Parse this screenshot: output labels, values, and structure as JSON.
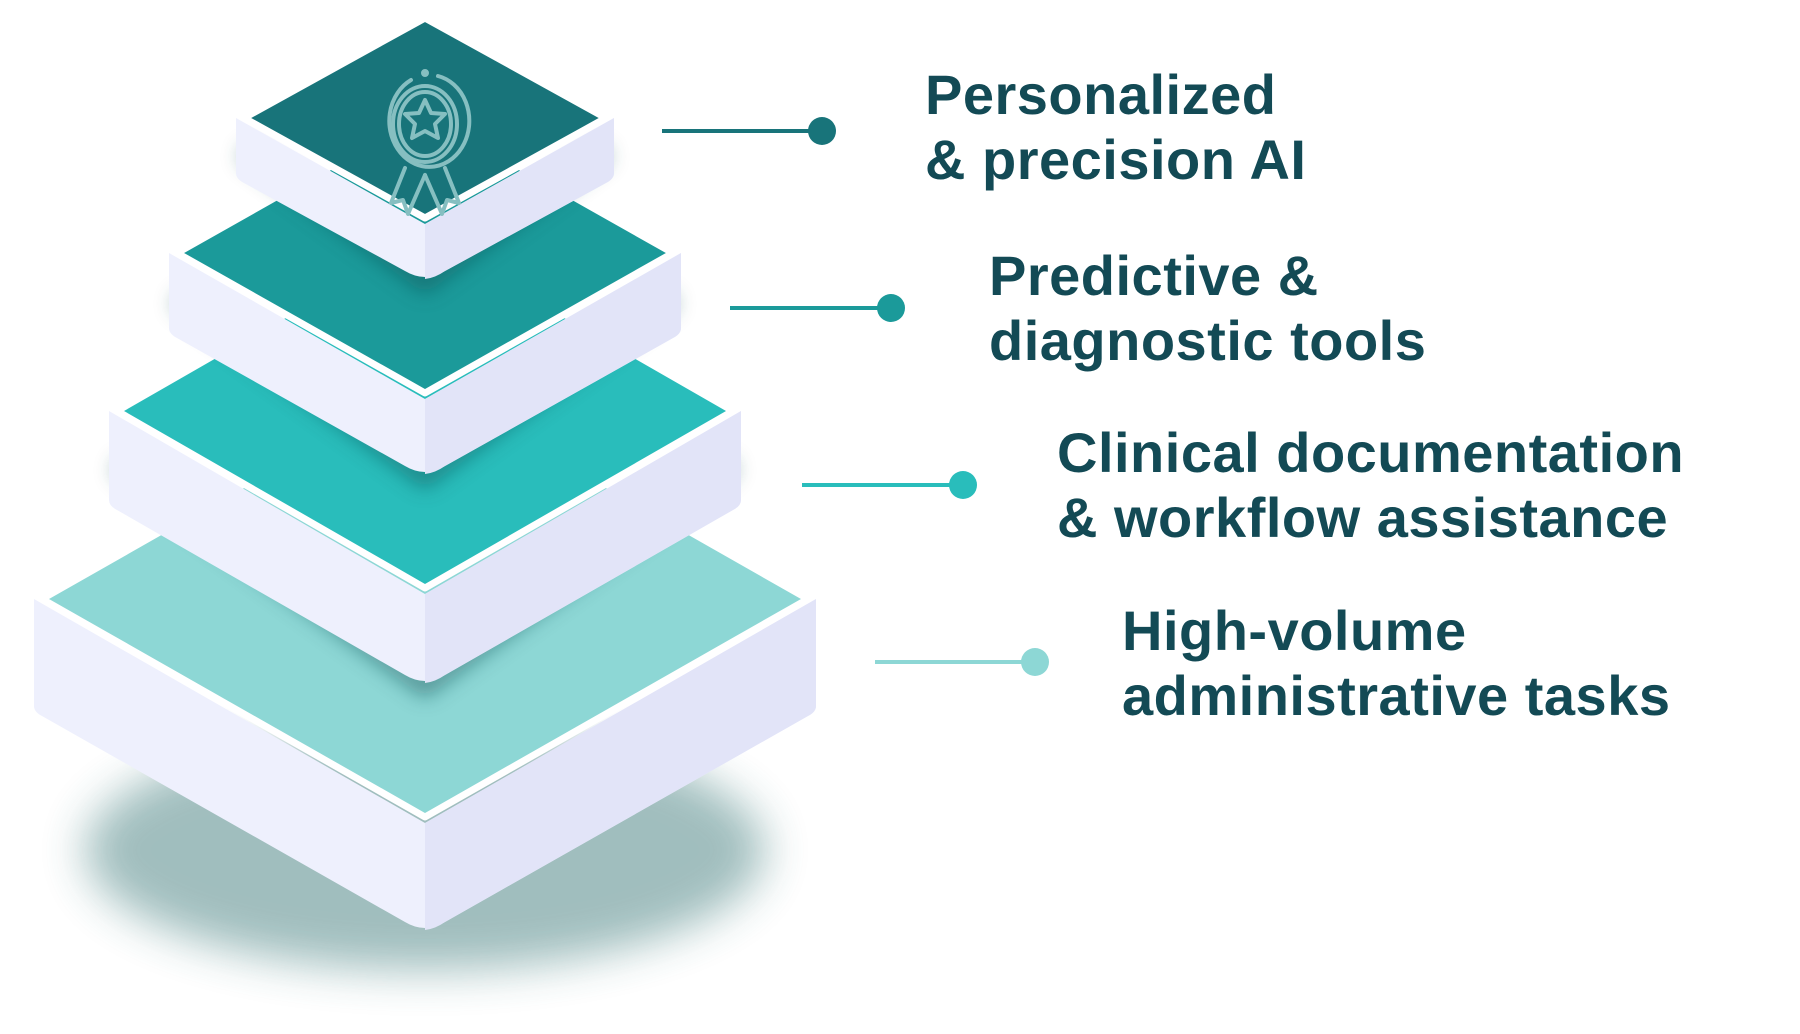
{
  "levels": [
    {
      "line1": "Personalized",
      "line2": "& precision AI",
      "color": "#18747a",
      "icon": "award-ribbon-icon"
    },
    {
      "line1": "Predictive &",
      "line2": "diagnostic tools",
      "color": "#1b9a9a"
    },
    {
      "line1": "Clinical documentation",
      "line2": "& workflow assistance",
      "color": "#29bdbb"
    },
    {
      "line1": "High-volume",
      "line2": "administrative tasks",
      "color": "#8dd7d5"
    }
  ],
  "text_color": "#134a55"
}
